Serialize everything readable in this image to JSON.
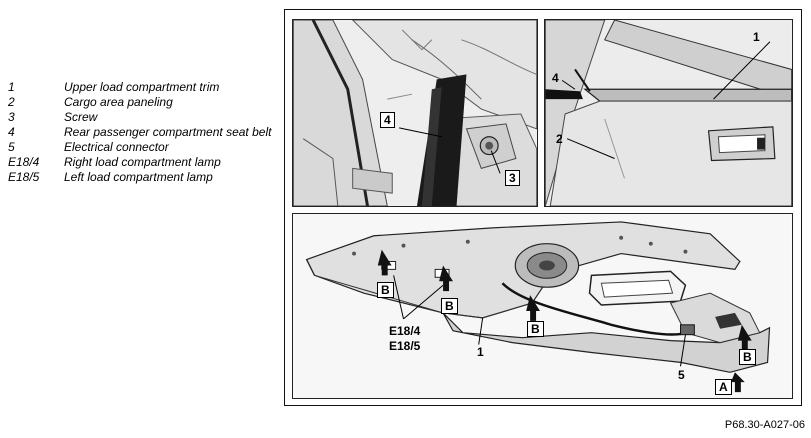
{
  "legend": [
    {
      "key": "1",
      "desc": "Upper load compartment trim"
    },
    {
      "key": "2",
      "desc": "Cargo area paneling"
    },
    {
      "key": "3",
      "desc": "Screw"
    },
    {
      "key": "4",
      "desc": "Rear passenger compartment seat belt"
    },
    {
      "key": "5",
      "desc": "Electrical connector"
    },
    {
      "key": "E18/4",
      "desc": "Right load compartment lamp"
    },
    {
      "key": "E18/5",
      "desc": "Left load compartment lamp"
    }
  ],
  "callouts": {
    "p1_belt": "4",
    "p1_screw": "3",
    "p2_trim": "1",
    "p2_belt": "4",
    "p2_panel": "2",
    "p3_b1": "B",
    "p3_b2": "B",
    "p3_b3": "B",
    "p3_b4": "B",
    "p3_a": "A",
    "p3_lamp_e184": "E18/4",
    "p3_lamp_e185": "E18/5",
    "p3_trim": "1",
    "p3_connector": "5"
  },
  "doc_ref": "P68.30-A027-06"
}
